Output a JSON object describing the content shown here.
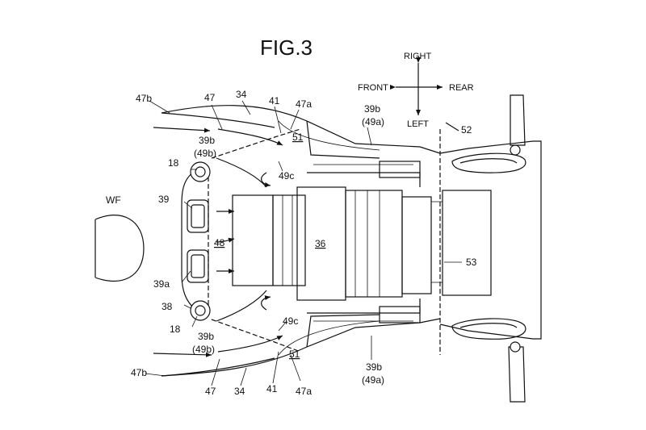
{
  "figure": {
    "title": "FIG.3",
    "directions": {
      "right": "RIGHT",
      "left": "LEFT",
      "front": "FRONT",
      "rear": "REAR"
    },
    "labels": {
      "l47b_top": "47b",
      "l47_top": "47",
      "l34_top": "34",
      "l41_top": "41",
      "l47a_top": "47a",
      "l39b_top_right": "39b",
      "l49a_top_right": "(49a)",
      "l52": "52",
      "l39b_top_left": "39b",
      "l49b_top_left": "(49b)",
      "l51_top": "51",
      "l49c_top": "49c",
      "l18_top": "18",
      "lWF": "WF",
      "l39": "39",
      "l48": "48",
      "l36": "36",
      "l53": "53",
      "l39a": "39a",
      "l38": "38",
      "l18_bot": "18",
      "l49c_bot": "49c",
      "l39b_bot_left": "39b",
      "l49b_bot_left": "(49b)",
      "l51_bot": "51",
      "l39b_bot_right": "39b",
      "l49a_bot_right": "(49a)",
      "l47b_bot": "47b",
      "l47_bot": "47",
      "l34_bot": "34",
      "l41_bot": "41",
      "l47a_bot": "47a"
    }
  }
}
